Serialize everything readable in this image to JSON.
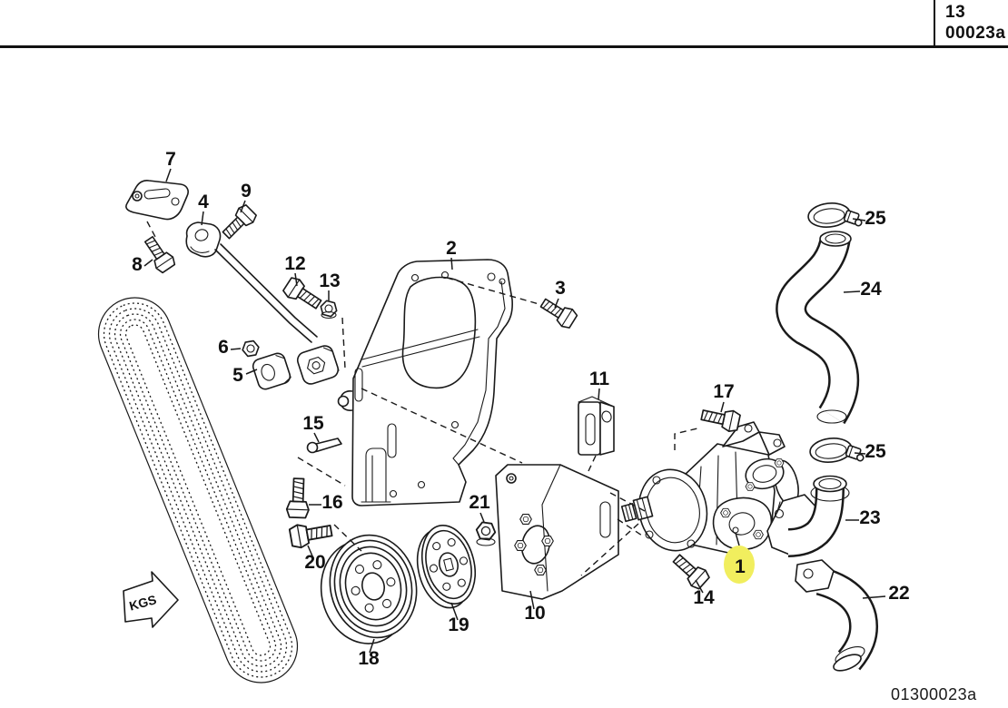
{
  "header": {
    "section_number": "13",
    "page_code": "00023a"
  },
  "footer": {
    "diagram_code": "01300023a"
  },
  "stamp": {
    "label": "KGS"
  },
  "highlight": {
    "color": "#f1ee5e",
    "highlighted_part": "1"
  },
  "callouts": [
    {
      "part": "1",
      "highlighted": true
    },
    {
      "part": "2"
    },
    {
      "part": "3"
    },
    {
      "part": "4"
    },
    {
      "part": "5"
    },
    {
      "part": "6"
    },
    {
      "part": "7"
    },
    {
      "part": "8"
    },
    {
      "part": "9"
    },
    {
      "part": "10"
    },
    {
      "part": "11"
    },
    {
      "part": "12"
    },
    {
      "part": "13"
    },
    {
      "part": "14"
    },
    {
      "part": "15"
    },
    {
      "part": "16"
    },
    {
      "part": "17"
    },
    {
      "part": "18"
    },
    {
      "part": "19"
    },
    {
      "part": "20"
    },
    {
      "part": "21"
    },
    {
      "part": "22"
    },
    {
      "part": "23"
    },
    {
      "part": "24"
    },
    {
      "part": "25"
    },
    {
      "part": "25"
    }
  ]
}
